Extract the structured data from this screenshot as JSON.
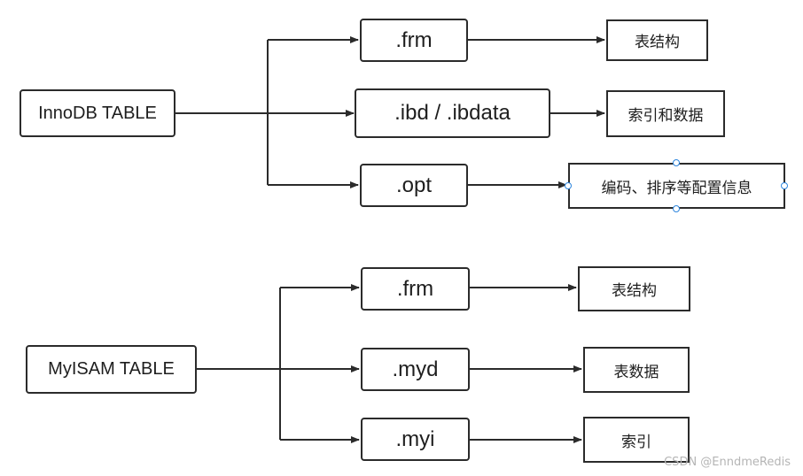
{
  "innodb": {
    "source": "InnoDB TABLE",
    "files": [
      {
        "name": ".frm",
        "description": "表结构"
      },
      {
        "name": ".ibd / .ibdata",
        "description": "索引和数据"
      },
      {
        "name": ".opt",
        "description": "编码、排序等配置信息"
      }
    ]
  },
  "myisam": {
    "source": "MyISAM TABLE",
    "files": [
      {
        "name": ".frm",
        "description": "表结构"
      },
      {
        "name": ".myd",
        "description": "表数据"
      },
      {
        "name": ".myi",
        "description": "索引"
      }
    ]
  },
  "watermark": "CSDN @EnndmeRedis",
  "colors": {
    "stroke": "#2b2b2b",
    "handle": "#2e86de"
  }
}
